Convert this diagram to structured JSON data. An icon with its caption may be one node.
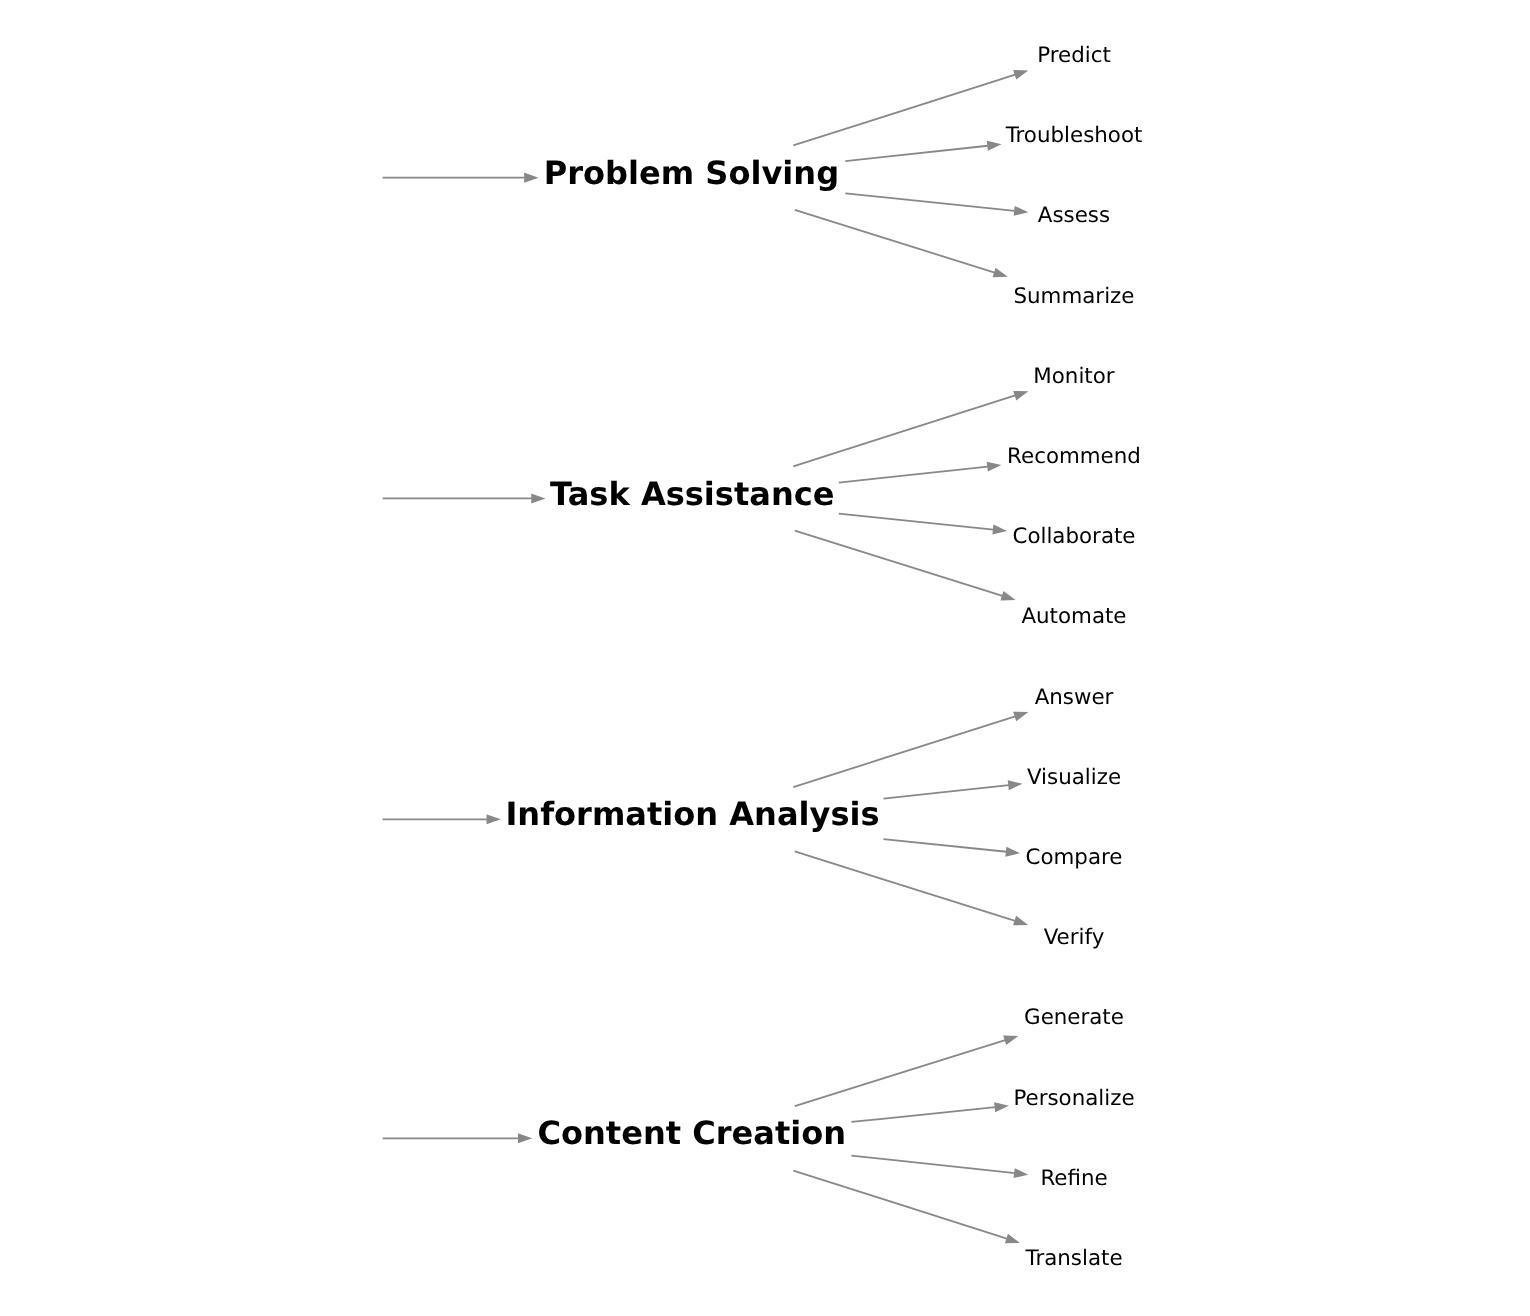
{
  "diagram": {
    "nodes": [
      {
        "text": [
          "Content Creation"
        ]
      },
      {
        "text": [
          "Generate"
        ]
      },
      {
        "text": [
          "Personalize"
        ]
      },
      {
        "text": [
          "Refine"
        ]
      },
      {
        "text": [
          "Translate"
        ]
      },
      {
        "text": [
          "Information Analysis"
        ]
      },
      {
        "text": [
          "Answer"
        ]
      },
      {
        "text": [
          "Visualize"
        ]
      },
      {
        "text": [
          "Compare"
        ]
      },
      {
        "text": [
          "Verify"
        ]
      },
      {
        "text": [
          "Task Assistance"
        ]
      },
      {
        "text": [
          "Monitor"
        ]
      },
      {
        "text": [
          "Recommend"
        ]
      },
      {
        "text": [
          "Collaborate"
        ]
      },
      {
        "text": [
          "Automate"
        ]
      },
      {
        "text": [
          "Problem Solving"
        ]
      },
      {
        "text": [
          "Predict"
        ]
      },
      {
        "text": [
          "Troubleshoot"
        ]
      },
      {
        "text": [
          "Assess"
        ]
      },
      {
        "text": [
          "Summarize"
        ]
      }
    ],
    "edges": [
      {
        "from": null,
        "to": 0,
        "arrow": "to"
      },
      {
        "from": null,
        "to": 5,
        "arrow": "to"
      },
      {
        "from": null,
        "to": 10,
        "arrow": "to"
      },
      {
        "from": null,
        "to": 15,
        "arrow": "to"
      },
      {
        "from": 0,
        "to": 1,
        "arrow": "to"
      },
      {
        "from": 0,
        "to": 2,
        "arrow": "to"
      },
      {
        "from": 0,
        "to": 3,
        "arrow": "to"
      },
      {
        "from": 0,
        "to": 4,
        "arrow": "to"
      },
      {
        "from": 5,
        "to": 6,
        "arrow": "to"
      },
      {
        "from": 5,
        "to": 7,
        "arrow": "to"
      },
      {
        "from": 5,
        "to": 8,
        "arrow": "to"
      },
      {
        "from": 5,
        "to": 9,
        "arrow": "to"
      },
      {
        "from": 10,
        "to": 11,
        "arrow": "to"
      },
      {
        "from": 10,
        "to": 12,
        "arrow": "to"
      },
      {
        "from": 10,
        "to": 13,
        "arrow": "to"
      },
      {
        "from": 10,
        "to": 14,
        "arrow": "to"
      },
      {
        "from": 15,
        "to": 16,
        "arrow": "to"
      },
      {
        "from": 15,
        "to": 17,
        "arrow": "to"
      },
      {
        "from": 15,
        "to": 18,
        "arrow": "to"
      },
      {
        "from": 15,
        "to": 19,
        "arrow": "to"
      }
    ]
  }
}
